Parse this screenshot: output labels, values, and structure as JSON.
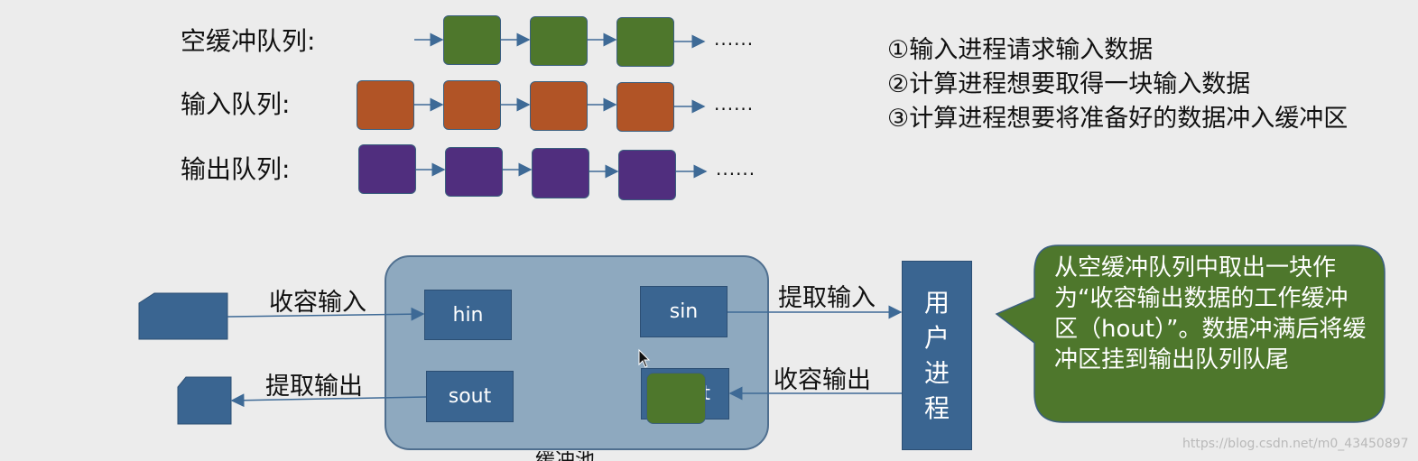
{
  "queues": {
    "empty_label": "空缓冲队列:",
    "input_label": "输入队列:",
    "output_label": "输出队列:",
    "ellipsis": "......",
    "colors": {
      "empty": "#4e772c",
      "input": "#b15426",
      "output": "#502e7e"
    }
  },
  "notes": {
    "line1": "①输入进程请求输入数据",
    "line2": "②计算进程想要取得一块输入数据",
    "line3": "③计算进程想要将准备好的数据冲入缓冲区"
  },
  "pool": {
    "hin": "hin",
    "sin": "sin",
    "sout": "sout",
    "sout_right_partial": "t",
    "caption_partial": "缓冲池"
  },
  "flows": {
    "collect_input": "收容输入",
    "extract_input": "提取输入",
    "extract_output": "提取输出",
    "collect_output": "收容输出"
  },
  "user_process": {
    "c1": "用",
    "c2": "户",
    "c3": "进",
    "c4": "程"
  },
  "callout": {
    "text": "从空缓冲队列中取出一块作为“收容输出数据的工作缓冲区（hout）”。数据冲满后将缓冲区挂到输出队列队尾"
  },
  "watermark": "https://blog.csdn.net/m0_43450897"
}
